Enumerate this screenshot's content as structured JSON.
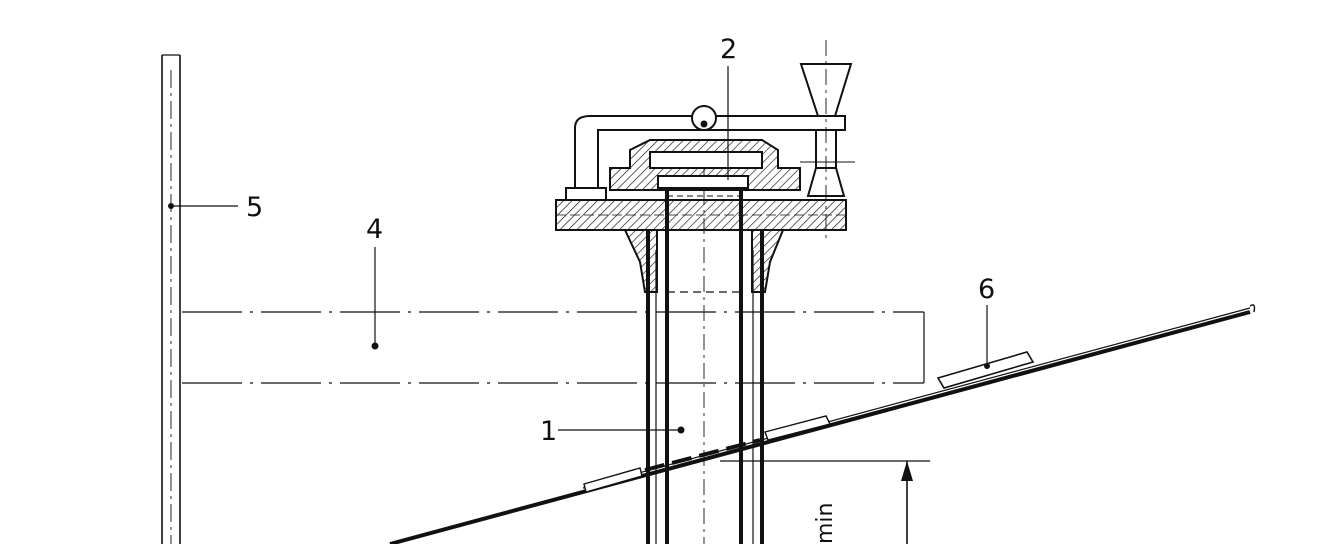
{
  "diagram": {
    "labels": {
      "l1": "1",
      "l2": "2",
      "l4": "4",
      "l5": "5",
      "l6": "6",
      "dim": "min"
    }
  }
}
